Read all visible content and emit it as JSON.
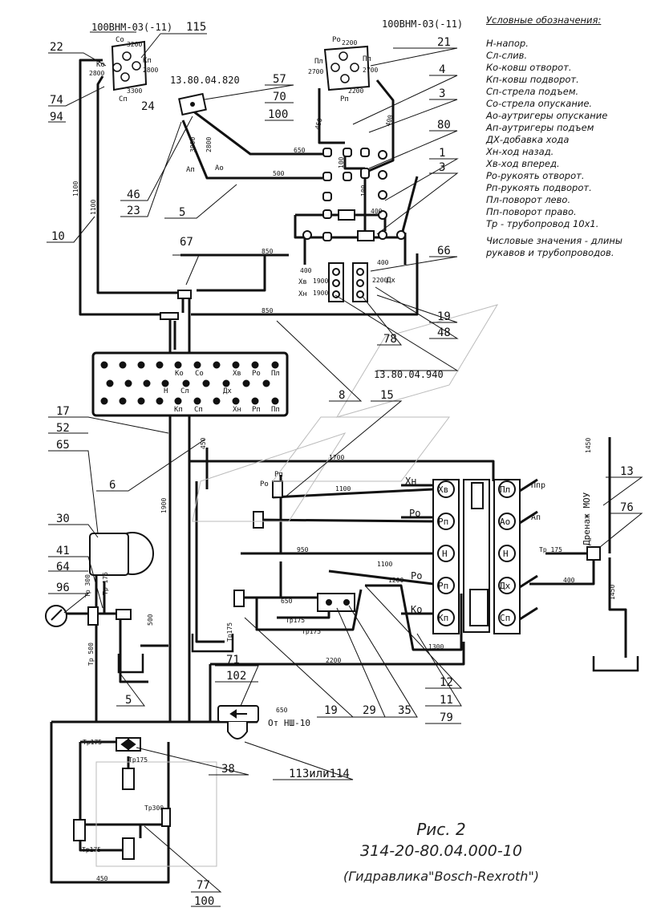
{
  "legend": {
    "title": "Условные обозначения:",
    "items": [
      "Н-напор.",
      "Сл-слив.",
      "Ко-ковш отворот.",
      "Кп-ковш подворот.",
      "Сп-стрела подъем.",
      "Со-стрела опускание.",
      "Ао-аутригеры опускание",
      "Ап-аутригеры подъем",
      "ДХ-добавка хода",
      "Хн-ход назад.",
      "Хв-ход вперед.",
      "Ро-рукоять отворот.",
      "Рп-рукоять подворот.",
      "Пл-поворот лево.",
      "Пп-поворот право.",
      "Тр - трубопровод 10х1."
    ],
    "note": "Числовые значения - длины рукавов и трубопроводов."
  },
  "caption": {
    "figure": "Рис. 2",
    "doc_number": "314-20-80.04.000-10",
    "note": "(Гидравлика\"Bosch-Rexroth\")"
  },
  "valve_blocks": {
    "left_name": "100ВНМ-03(-11)",
    "right_name": "100ВНМ-03(-11)",
    "left_ports": [
      "Со",
      "Ко",
      "Кп",
      "Сп"
    ],
    "left_lengths": [
      "3200",
      "2800",
      "2800",
      "3300"
    ],
    "right_ports": [
      "Ро",
      "Пл",
      "Пп",
      "Рп"
    ],
    "right_lengths": [
      "2200",
      "2700",
      "2700",
      "2200"
    ],
    "outrigger_valve": "13.80.04.820",
    "outrigger_ports": [
      "Ап",
      "Ао"
    ],
    "outrigger_lengths": [
      "3000",
      "2800"
    ],
    "manifold_ref": "13.80.04.940"
  },
  "callouts": {
    "left_top": [
      "115",
      "22",
      "74",
      "94",
      "24"
    ],
    "right_top": [
      "21",
      "4",
      "3",
      "80",
      "1",
      "3",
      "66",
      "19",
      "48",
      "78"
    ],
    "valve_group": [
      "57",
      "70",
      "100"
    ],
    "left_mid": [
      "46",
      "23",
      "5",
      "10",
      "67"
    ],
    "mid": [
      "8",
      "15",
      "17",
      "52",
      "65",
      "6",
      "30",
      "41",
      "64",
      "96",
      "5"
    ],
    "bottom": [
      "71",
      "102",
      "113или114",
      "38",
      "77",
      "100",
      "19",
      "29",
      "35",
      "12",
      "11",
      "79",
      "13",
      "76"
    ]
  },
  "panel": {
    "row1": [
      "Ко",
      "Со",
      "Хв",
      "Ро",
      "Пл"
    ],
    "row2": [
      "Н",
      "Сл",
      "Дх"
    ],
    "row3": [
      "Кп",
      "Сп",
      "Хн",
      "Рп",
      "Пп"
    ]
  },
  "distributor": {
    "left_spools": [
      "Хв",
      "Рп",
      "Н",
      "Рп",
      "Кп"
    ],
    "right_spools": [
      "Пл",
      "Ао",
      "Н",
      "Дх",
      "Сп"
    ],
    "left_lines": [
      "Хн",
      "Ро",
      "Ро",
      "Ко"
    ],
    "right_lines": [
      "Ппр",
      "Ап"
    ]
  },
  "line_lengths": {
    "top": [
      "650",
      "500",
      "100",
      "100",
      "400",
      "450",
      "400",
      "850",
      "400",
      "1900",
      "1900",
      "400",
      "2200",
      "850",
      "1100",
      "1100"
    ],
    "mid": [
      "1700",
      "1100",
      "950",
      "1100",
      "1200",
      "650",
      "Тр175",
      "Тр175",
      "1300",
      "2200",
      "1900",
      "450",
      "Тр 300",
      "Тр 175",
      "500",
      "Тр 500"
    ],
    "bottom": [
      "650",
      "Тр175",
      "Тр175",
      "Тр300",
      "Тр175",
      "450",
      "Тр 175",
      "400",
      "1450",
      "1450"
    ],
    "port_tags": [
      "Хв",
      "Хн",
      "Дх",
      "Ро",
      "Рп",
      "Н",
      "Сл"
    ]
  },
  "drain": {
    "label": "Дренаж МОУ",
    "supply": "От НШ-10"
  }
}
